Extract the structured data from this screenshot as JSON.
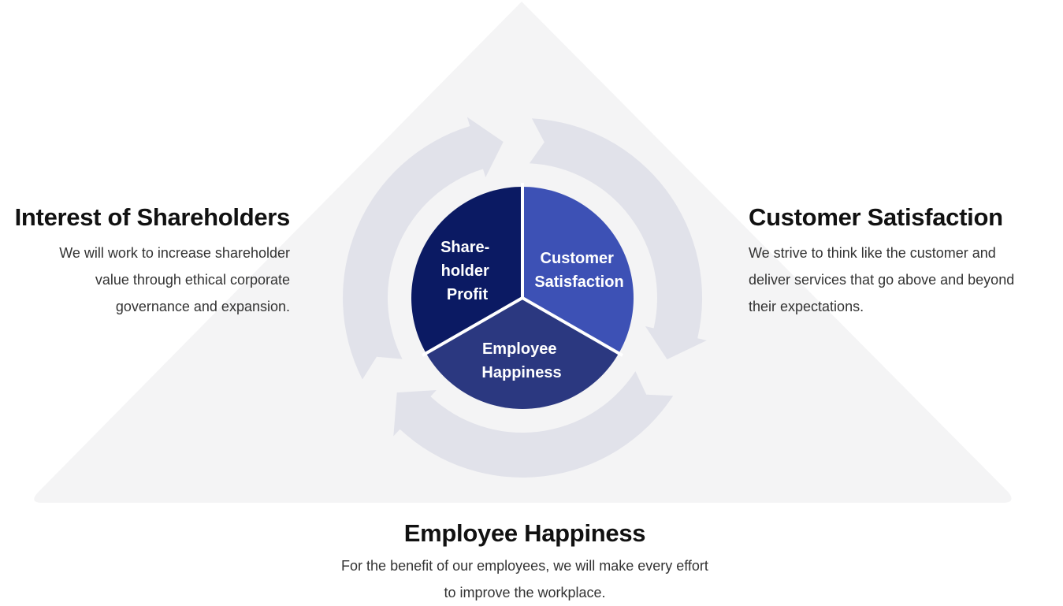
{
  "segments": {
    "shareholder": {
      "lines": [
        "Share-",
        "holder",
        "Profit"
      ],
      "color": "#0b1a63"
    },
    "customer": {
      "lines": [
        "Customer",
        "Satisfaction"
      ],
      "color": "#3d51b5"
    },
    "employee": {
      "lines": [
        "Employee",
        "Happiness"
      ],
      "color": "#2b3880"
    }
  },
  "blocks": {
    "left": {
      "title": "Interest of Shareholders",
      "lines": [
        "We will work to increase shareholder",
        "value through ethical corporate",
        "governance and expansion."
      ]
    },
    "right": {
      "title": "Customer Satisfaction",
      "lines": [
        "We strive to think like the customer and",
        "deliver services that go above and beyond",
        "their expectations."
      ]
    },
    "bottom": {
      "title": "Employee Happiness",
      "lines": [
        "For the benefit of our employees, we will make every effort",
        "to improve the workplace."
      ]
    }
  },
  "colors": {
    "triangle": "#f4f4f5",
    "cycle_arrows": "#e1e2ea",
    "divider": "#ffffff",
    "segment_text": "#ffffff"
  }
}
